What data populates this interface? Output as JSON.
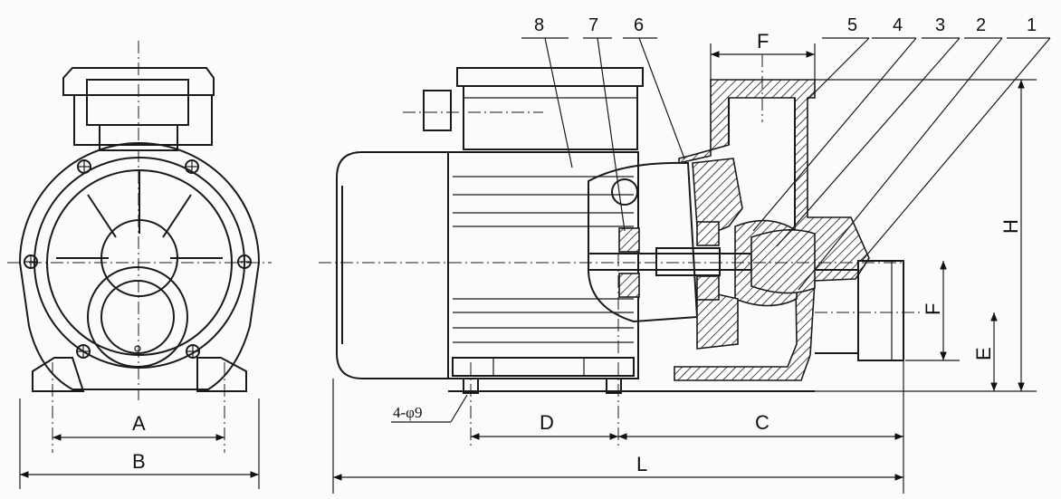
{
  "front_view": {
    "dimensions": {
      "A": "A",
      "B": "B"
    }
  },
  "side_view": {
    "part_numbers": [
      "1",
      "2",
      "3",
      "4",
      "5",
      "6",
      "7",
      "8"
    ],
    "dimensions": {
      "F_top": "F",
      "H": "H",
      "F_side": "F",
      "E": "E",
      "D": "D",
      "C": "C",
      "L": "L"
    },
    "hole_note": "4-φ9"
  }
}
